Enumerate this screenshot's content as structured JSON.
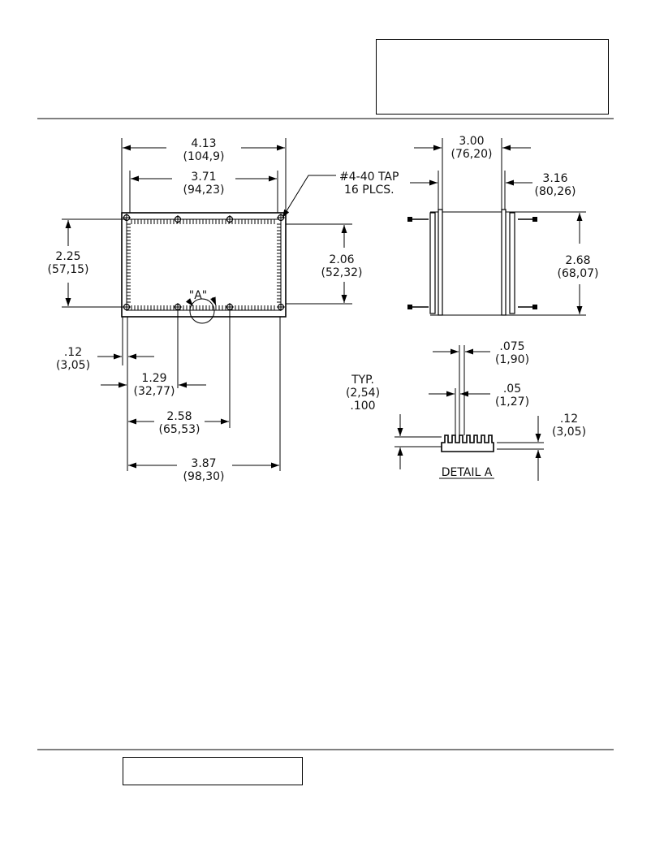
{
  "drawing": {
    "top_view": {
      "width_overall": "4.13",
      "width_overall_mm": "(104,9)",
      "width_inner": "3.71",
      "width_inner_mm": "(94,23)",
      "tap_note_line1": "#4-40 TAP",
      "tap_note_line2": "16 PLCS.",
      "height_overall": "2.25",
      "height_overall_mm": "(57,15)",
      "height_inner": "2.06",
      "height_inner_mm": "(52,32)",
      "detail_callout": "\"A\"",
      "edge_offset": ".12",
      "edge_offset_mm": "(3,05)",
      "hole_spacing_1": "1.29",
      "hole_spacing_1_mm": "(32,77)",
      "hole_spacing_2": "2.58",
      "hole_spacing_2_mm": "(65,53)",
      "base_width": "3.87",
      "base_width_mm": "(98,30)"
    },
    "side_view": {
      "inner_span": "3.00",
      "inner_span_mm": "(76,20)",
      "outer_span": "3.16",
      "outer_span_mm": "(80,26)",
      "height": "2.68",
      "height_mm": "(68,07)"
    },
    "detail_a": {
      "fin_thickness": ".075",
      "fin_thickness_mm": "(1,90)",
      "fin_gap": ".05",
      "fin_gap_mm": "(1,27)",
      "typ_label": "TYP.",
      "fin_height_mm": "(2,54)",
      "fin_height": ".100",
      "base_thickness": ".12",
      "base_thickness_mm": "(3,05)",
      "title": "DETAIL A"
    }
  }
}
